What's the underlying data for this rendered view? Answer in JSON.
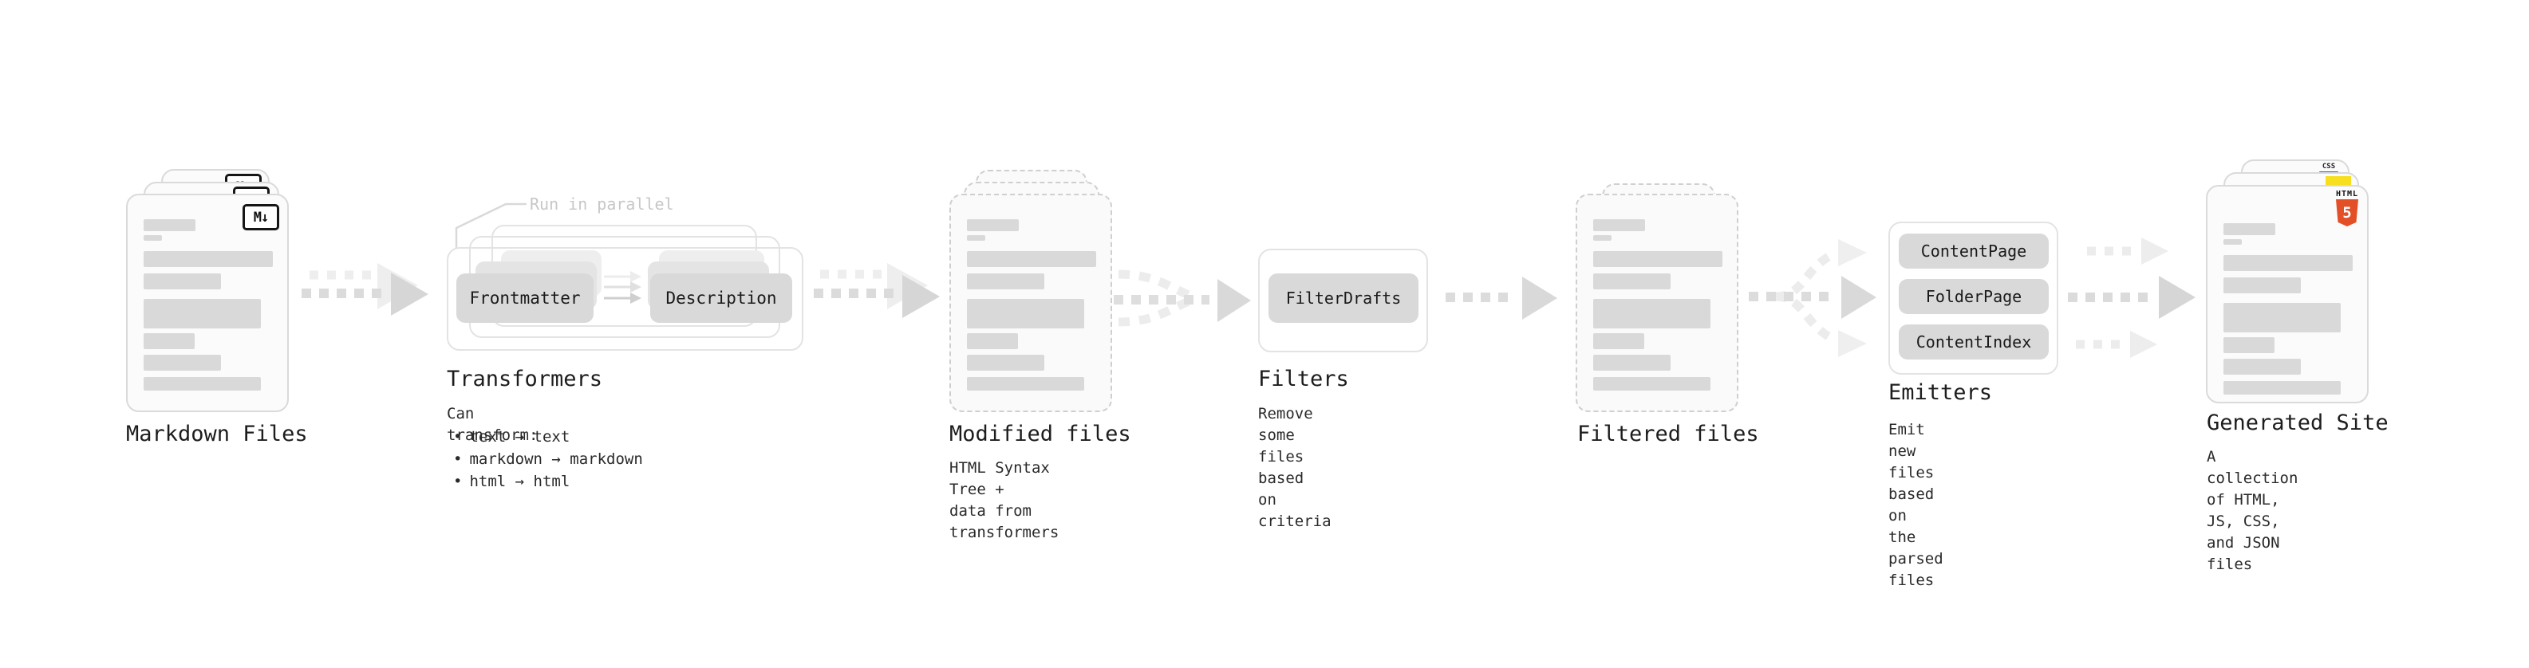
{
  "palette": {
    "gray_box": "#d9d9d9",
    "html5_orange": "#e34f26",
    "js_yellow": "#f7df1e",
    "css_blue": "#2965f1"
  },
  "nodes": {
    "markdown": {
      "label": "Markdown Files",
      "badge": "M↓"
    },
    "transformers": {
      "label": "Transformers",
      "note": "Run in parallel",
      "box1": "Frontmatter",
      "box2": "Description",
      "desc_title": "Can transform:",
      "bullets": [
        "text → text",
        "markdown → markdown",
        "html → html"
      ]
    },
    "modified": {
      "label": "Modified files",
      "desc": "HTML Syntax Tree +\ndata from transformers"
    },
    "filters": {
      "label": "Filters",
      "box1": "FilterDrafts",
      "desc": "Remove some files based\non criteria"
    },
    "filtered": {
      "label": "Filtered files"
    },
    "emitters": {
      "label": "Emitters",
      "box1": "ContentPage",
      "box2": "FolderPage",
      "box3": "ContentIndex",
      "desc": "Emit new files based on\nthe parsed files"
    },
    "generated": {
      "label": "Generated Site",
      "desc": "A collection of HTML,\nJS, CSS, and JSON files",
      "badge_html_word": "HTML",
      "badge_html_num": "5",
      "badge_css": "CSS"
    }
  }
}
